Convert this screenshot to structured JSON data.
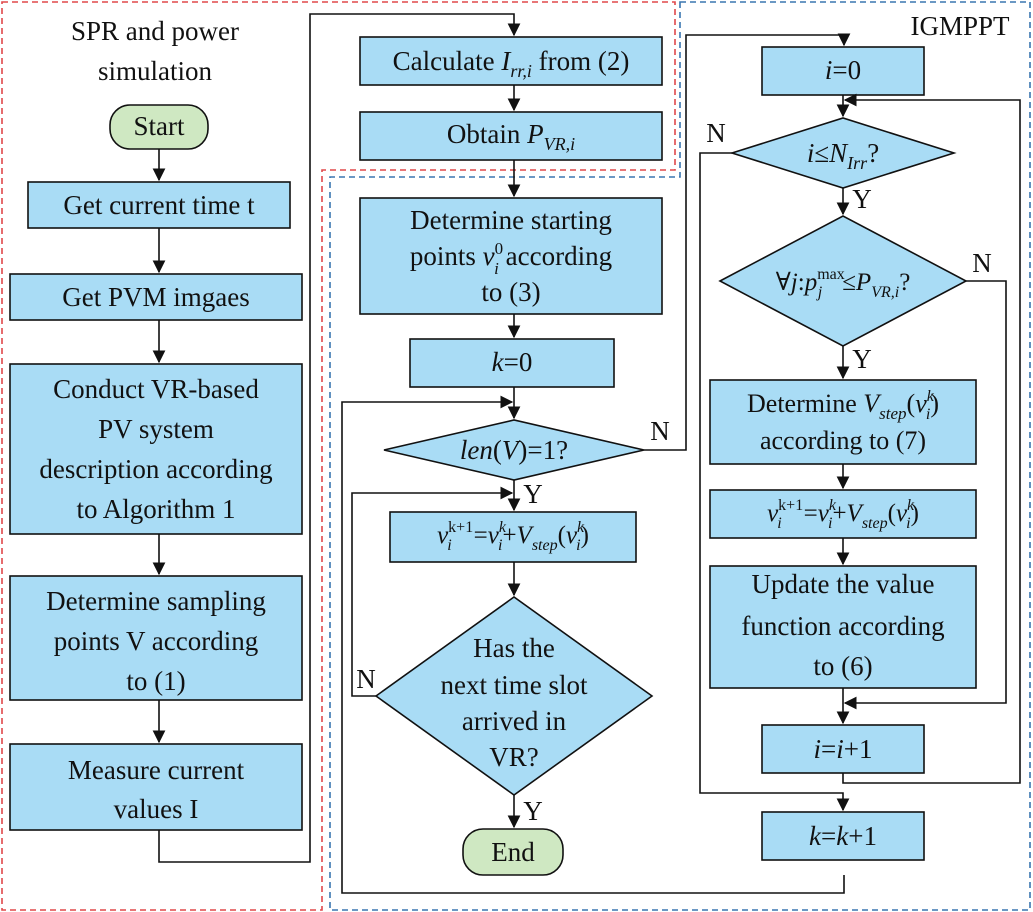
{
  "regions": {
    "spr_title_line1": "SPR and power",
    "spr_title_line2": "simulation",
    "igmppt_title": "IGMPPT"
  },
  "colors": {
    "process_fill": "#a9dcf5",
    "terminal_fill": "#cfe8c2",
    "spr_region_border": "#e0484a",
    "igmppt_region_border": "#3a76b0"
  },
  "nodes": {
    "start": "Start",
    "get_time": "Get current time t",
    "get_images": "Get PVM imgaes",
    "conduct_vr": [
      "Conduct VR-based",
      "PV system",
      "description according",
      "to Algorithm 1"
    ],
    "determine_sampling": [
      "Determine sampling",
      "points V according",
      "to (1)"
    ],
    "measure_current": [
      "Measure current",
      "values I"
    ],
    "calc_irr": "Calculate I_rr,i from (2)",
    "obtain_pvr": "Obtain P_VR,i",
    "determine_starting": [
      "Determine starting",
      "points v_i^0 according",
      "to (3)"
    ],
    "k_zero": "k=0",
    "len_check": "len(V)=1?",
    "update_v_mid": "v_i^(k+1)=v_i^k+V_step(v_i^k)",
    "next_slot": [
      "Has the",
      "next time slot",
      "arrived in",
      "VR?"
    ],
    "end": "End",
    "i_zero": "i=0",
    "i_check": "i≤N_Irr?",
    "forall_check": "∀j:p_j^max≤P_VR,i?",
    "determine_vstep": [
      "Determine V_step(v_i^k)",
      "according to (7)"
    ],
    "update_v_right": "v_i^(k+1)=v_i^k+V_step(v_i^k)",
    "update_value": [
      "Update the value",
      "function according",
      "to (6)"
    ],
    "i_inc": "i=i+1",
    "k_inc": "k=k+1"
  },
  "edge_labels": {
    "yes": "Y",
    "no": "N"
  }
}
